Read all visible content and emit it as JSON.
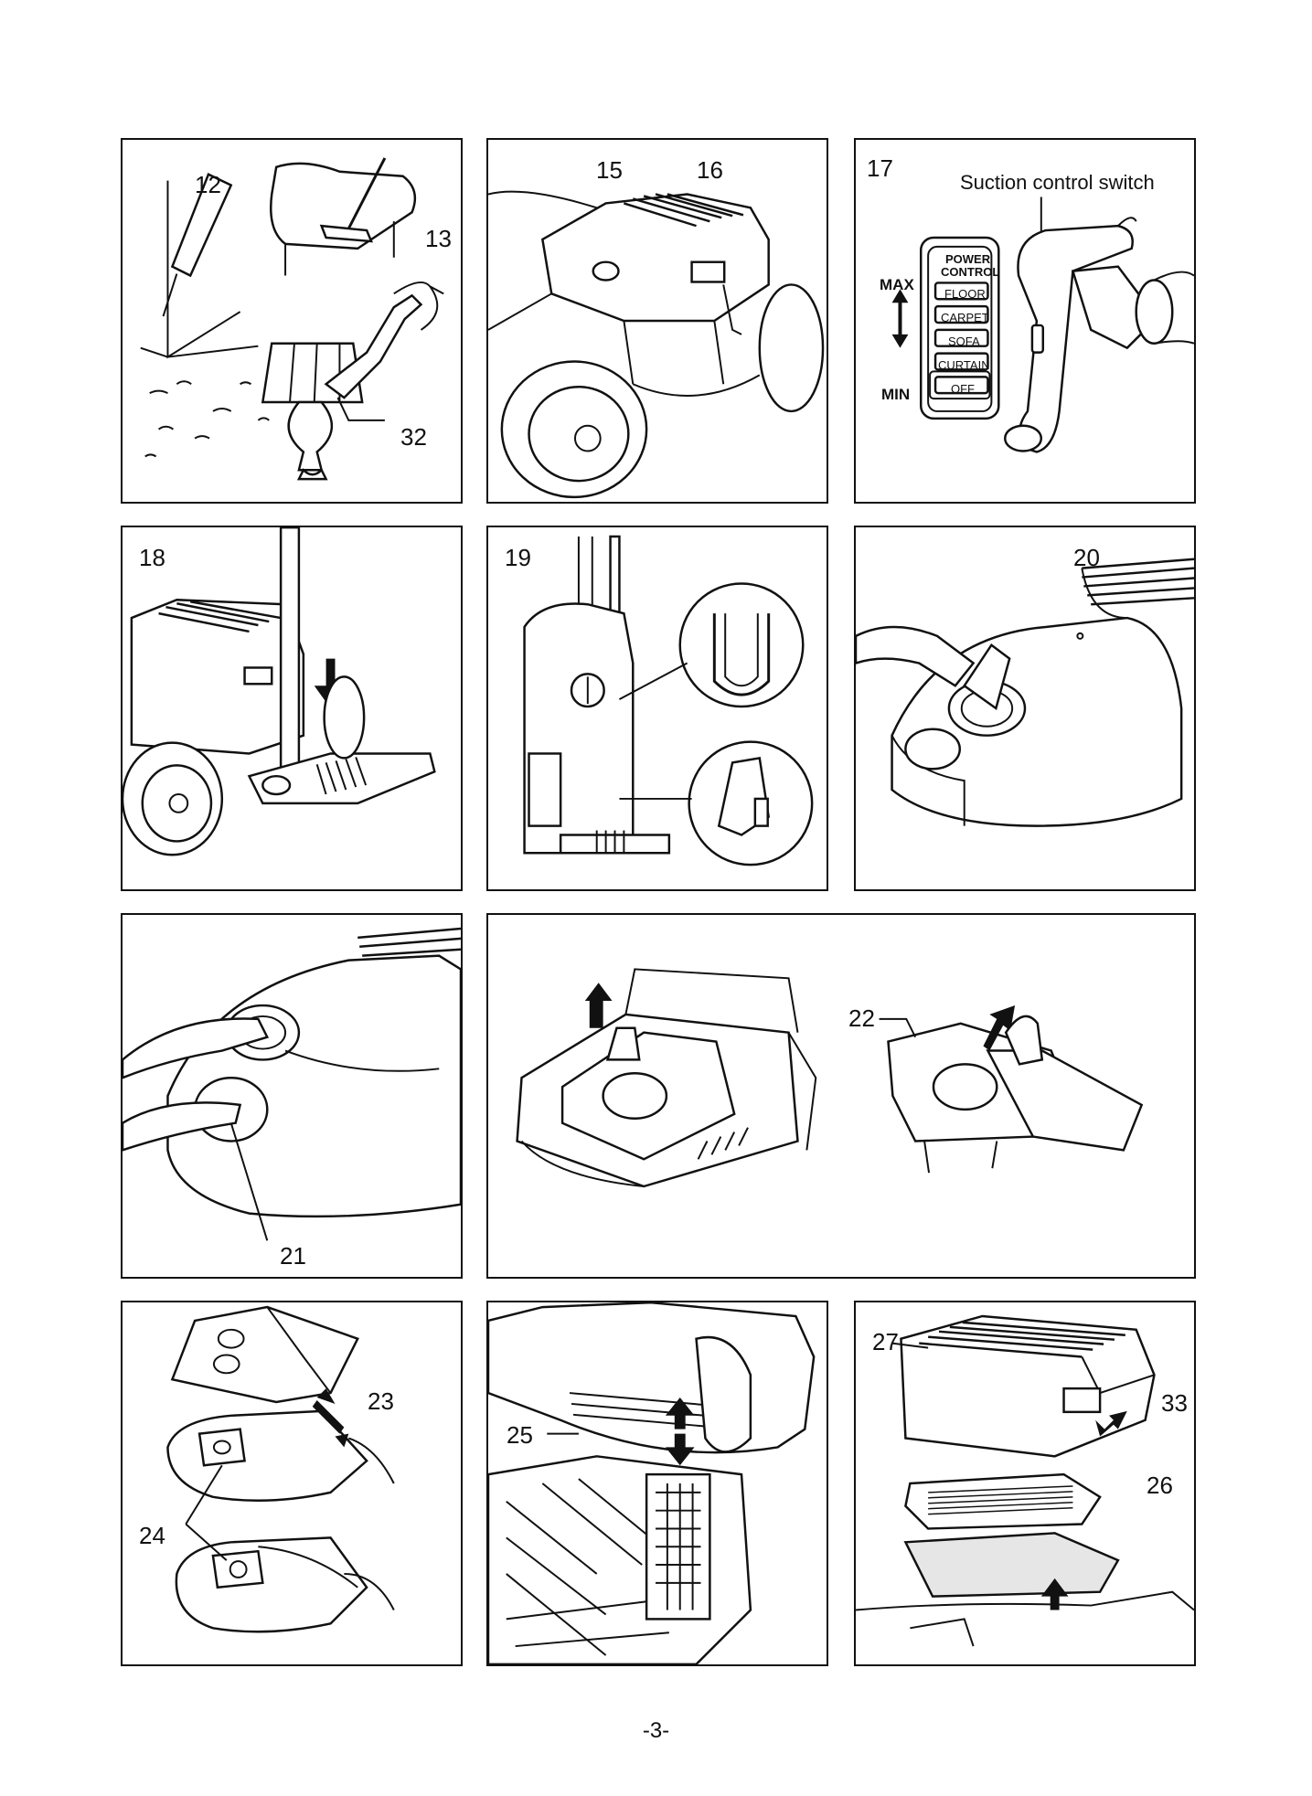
{
  "panels": {
    "p1": {
      "labels": [
        "12",
        "13",
        "32"
      ]
    },
    "p2": {
      "labels": [
        "15",
        "16"
      ]
    },
    "p3": {
      "labels": [
        "17"
      ],
      "caption": "Suction control switch",
      "max": "MAX",
      "min": "MIN",
      "switch_title_1": "POWER",
      "switch_title_2": "CONTROL",
      "switch_options": [
        "FLOOR",
        "CARPET",
        "SOFA",
        "CURTAIN",
        "OFF"
      ]
    },
    "p4": {
      "labels": [
        "18"
      ]
    },
    "p5": {
      "labels": [
        "19"
      ]
    },
    "p6": {
      "labels": [
        "20"
      ]
    },
    "p7": {
      "labels": [
        "21"
      ]
    },
    "p8": {
      "labels": [
        "22"
      ]
    },
    "p9": {
      "labels": [
        "23",
        "24"
      ]
    },
    "p10": {
      "labels": [
        "25"
      ]
    },
    "p11": {
      "labels": [
        "27",
        "33",
        "26"
      ]
    }
  },
  "page_number": "-3-"
}
